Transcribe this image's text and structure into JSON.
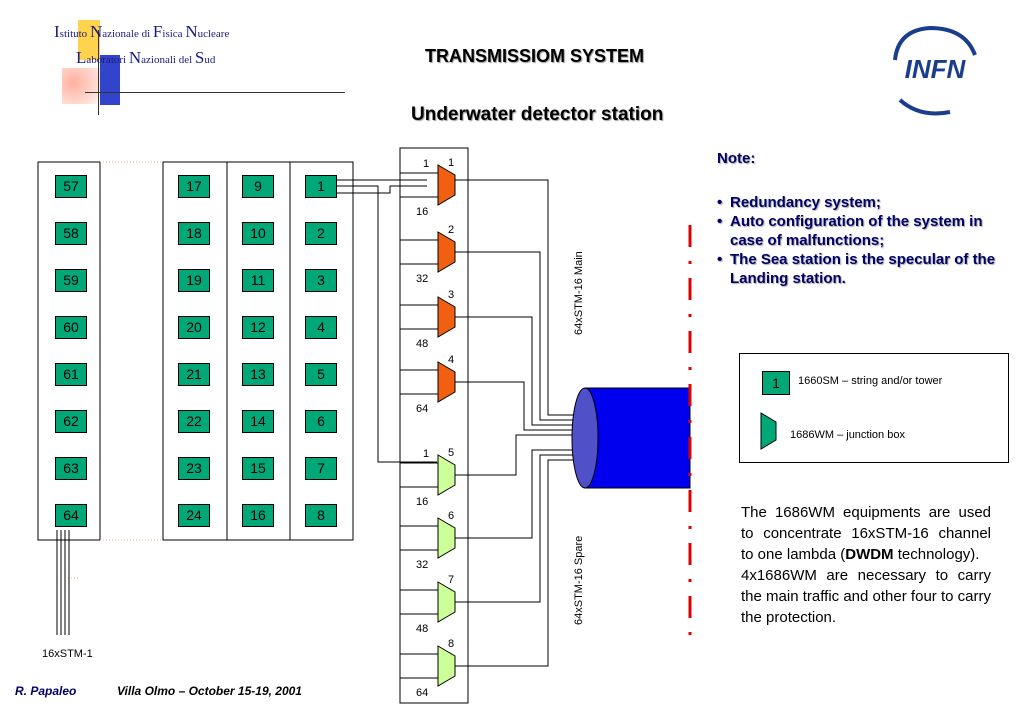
{
  "header": {
    "institute_line1": [
      {
        "cap": "I",
        "rest": "stituto "
      },
      {
        "cap": "N",
        "rest": "azionale di "
      },
      {
        "cap": "F",
        "rest": "isica "
      },
      {
        "cap": "N",
        "rest": "ucleare"
      }
    ],
    "institute_line2": [
      {
        "cap": "L",
        "rest": "aboratori "
      },
      {
        "cap": "N",
        "rest": "azionali del "
      },
      {
        "cap": "S",
        "rest": "ud"
      }
    ],
    "title": "TRANSMISSIOM SYSTEM",
    "subtitle": "Underwater detector station",
    "brand_logo": "INFN",
    "brand_color": "#1a3e8c"
  },
  "diagram": {
    "grid_columns": [
      [
        "57",
        "58",
        "59",
        "60",
        "61",
        "62",
        "63",
        "64"
      ],
      [
        "17",
        "18",
        "19",
        "20",
        "21",
        "22",
        "23",
        "24"
      ],
      [
        "9",
        "10",
        "11",
        "12",
        "13",
        "14",
        "15",
        "16"
      ],
      [
        "1",
        "2",
        "3",
        "4",
        "5",
        "6",
        "7",
        "8"
      ]
    ],
    "bundle_label": "16xSTM-1",
    "junction_boxes": [
      {
        "id": "1",
        "top": "1",
        "bottom": "16",
        "kind": "main"
      },
      {
        "id": "2",
        "top": "",
        "bottom": "32",
        "kind": "main"
      },
      {
        "id": "3",
        "top": "",
        "bottom": "48",
        "kind": "main"
      },
      {
        "id": "4",
        "top": "",
        "bottom": "64",
        "kind": "main"
      },
      {
        "id": "5",
        "top": "1",
        "bottom": "16",
        "kind": "spare"
      },
      {
        "id": "6",
        "top": "",
        "bottom": "32",
        "kind": "spare"
      },
      {
        "id": "7",
        "top": "",
        "bottom": "48",
        "kind": "spare"
      },
      {
        "id": "8",
        "top": "",
        "bottom": "64",
        "kind": "spare"
      }
    ],
    "main_label": "64xSTM-16 Main",
    "spare_label": "64xSTM-16 Spare",
    "colors": {
      "cell": "#00a878",
      "main_box": "#f06010",
      "spare_box": "#ccff99",
      "cable": "#0000ee",
      "divider": "#dd0000"
    }
  },
  "notes": {
    "title": "Note:",
    "items": [
      "Redundancy system;",
      "Auto configuration of the system in case of malfunctions;",
      "The Sea station is the specular of the Landing station."
    ]
  },
  "legend": {
    "string_number": "1",
    "string_label": "1660SM – string and/or tower",
    "junction_label": "1686WM – junction box"
  },
  "description": {
    "p1_before": "The 1686WM equipments are used to concentrate 16xSTM-16 channel to one lambda (",
    "p1_bold": "DWDM",
    "p1_after": " technology).",
    "p2": "4x1686WM are necessary to carry the main traffic and other four to carry the protection."
  },
  "footer": {
    "author": "R. Papaleo",
    "event": "Villa Olmo – October 15-19, 2001"
  }
}
